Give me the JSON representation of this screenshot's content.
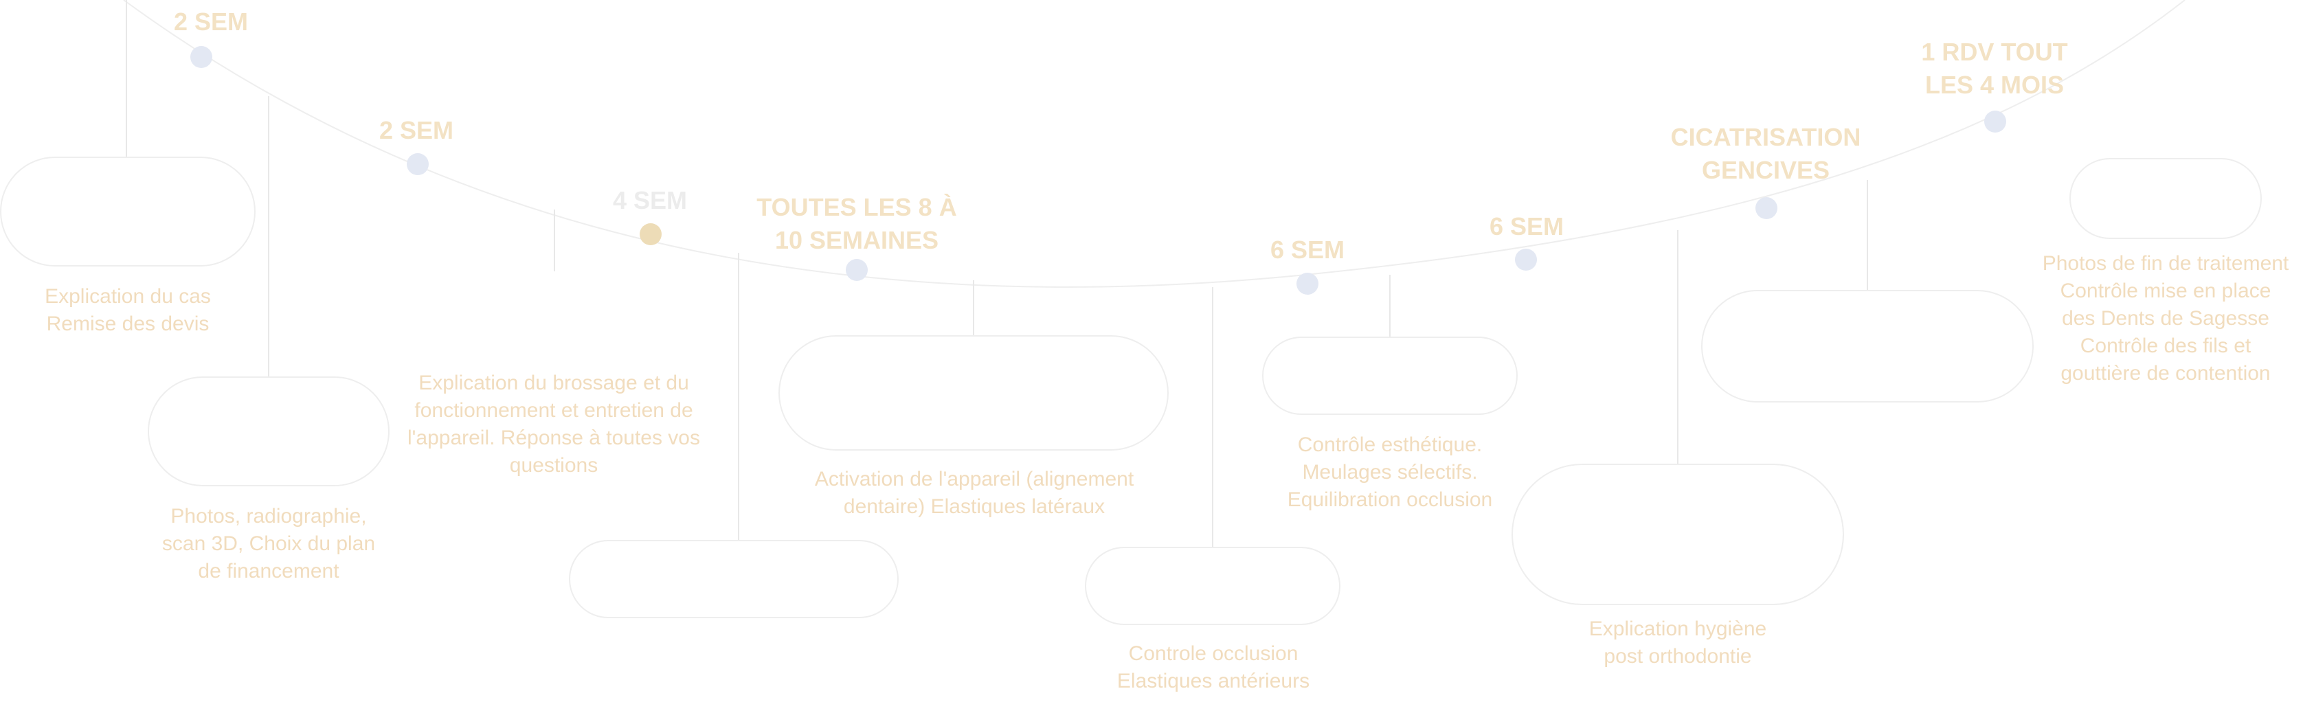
{
  "colors": {
    "curve": "#eeeeee",
    "connector": "#e8e8e8",
    "dot": "#e3e8f3",
    "dot_highlight": "#eddcb7",
    "duration_text": "#f3e2c4",
    "description_text": "#f1dcbd",
    "pill_border": "#eeeeee"
  },
  "durations": [
    {
      "id": "d1",
      "text": "2 SEM"
    },
    {
      "id": "d2",
      "text": "2 SEM"
    },
    {
      "id": "d3",
      "text": "4 SEM"
    },
    {
      "id": "d4",
      "line1": "TOUTES LES 8 À",
      "line2": "10 SEMAINES"
    },
    {
      "id": "d5",
      "text": "6 SEM"
    },
    {
      "id": "d6",
      "text": "6 SEM"
    },
    {
      "id": "d7",
      "line1": "CICATRISATION",
      "line2": "GENCIVES"
    },
    {
      "id": "d8",
      "line1": "1 RDV TOUT",
      "line2": "LES 4 MOIS"
    }
  ],
  "descriptions": [
    {
      "id": "s1",
      "lines": [
        "Explication du cas",
        "Remise des devis"
      ]
    },
    {
      "id": "s2",
      "lines": [
        "Photos, radiographie,",
        "scan 3D, Choix du plan",
        "de financement"
      ]
    },
    {
      "id": "s3",
      "lines": [
        "Explication du brossage et du",
        "fonctionnement et entretien de",
        "l'appareil. Réponse à toutes vos",
        "questions"
      ]
    },
    {
      "id": "s4",
      "lines": [
        "Activation de l'appareil (alignement",
        "dentaire) Elastiques latéraux"
      ]
    },
    {
      "id": "s5",
      "lines": [
        "Controle occlusion",
        "Elastiques antérieurs"
      ]
    },
    {
      "id": "s6",
      "lines": [
        "Contrôle esthétique.",
        "Meulages sélectifs.",
        "Equilibration occlusion"
      ]
    },
    {
      "id": "s7",
      "lines": [
        "Explication hygiène",
        "post orthodontie"
      ]
    },
    {
      "id": "s8",
      "lines": [
        "Photos de fin de traitement",
        "Contrôle mise en place",
        "des Dents de Sagesse",
        "Contrôle des fils et",
        "gouttière de contention"
      ]
    }
  ]
}
